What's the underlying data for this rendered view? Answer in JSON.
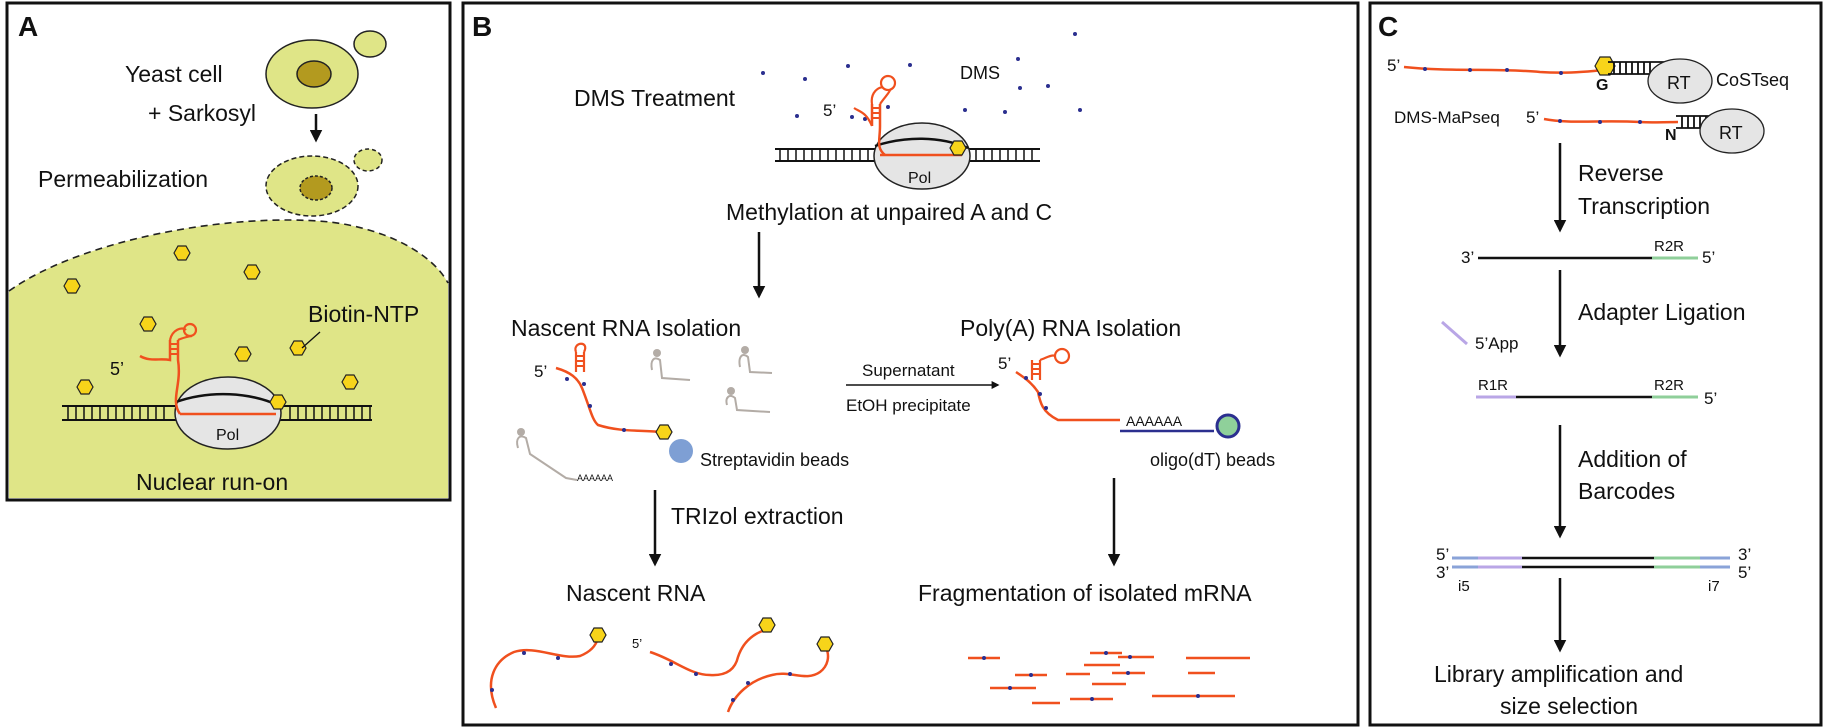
{
  "panel_a": {
    "letter": "A",
    "yeast_cell": "Yeast cell",
    "sarkosyl": "+ Sarkosyl",
    "permeabilization": "Permeabilization",
    "biotin_ntp": "Biotin-NTP",
    "five_prime": "5’",
    "pol": "Pol",
    "nuclear_run_on": "Nuclear run-on"
  },
  "panel_b": {
    "letter": "B",
    "dms_treatment": "DMS Treatment",
    "dms": "DMS",
    "five_prime": "5’",
    "pol": "Pol",
    "methylation": "Methylation at unpaired A and C",
    "nascent_isolation": "Nascent RNA Isolation",
    "polya_isolation": "Poly(A) RNA Isolation",
    "supernatant": "Supernatant",
    "etoh": "EtOH precipitate",
    "streptavidin": "Streptavidin beads",
    "oligo_dt": "oligo(dT) beads",
    "aaaaaa_small": "AAAAAA",
    "aaaaaa_large": "AAAAAA",
    "trizol": "TRIzol extraction",
    "nascent_rna": "Nascent RNA",
    "fragmentation": "Fragmentation of isolated mRNA"
  },
  "panel_c": {
    "letter": "C",
    "five_prime": "5’",
    "three_prime": "3’",
    "g": "G",
    "n": "N",
    "rt": "RT",
    "costseq": "CoSTseq",
    "dms_mapseq": "DMS-MaPseq",
    "reverse": "Reverse",
    "transcription": "Transcription",
    "r2r": "R2R",
    "r1r": "R1R",
    "adapter_ligation": "Adapter Ligation",
    "app": "5’App",
    "addition_of": "Addition of",
    "barcodes": "Barcodes",
    "i5": "i5",
    "i7": "i7",
    "library_line1": "Library amplification and",
    "library_line2": "size selection"
  },
  "colors": {
    "rna": "#f0501e",
    "hexagon": "#f7d41a",
    "cytoplasm": "#dfe587",
    "nucleus": "#b39a1f",
    "pol": "#e5e5e5",
    "strep_bead": "#7e9fd4",
    "oligo_bead": "#8fd09a",
    "dms_dot": "#2b2f8f",
    "adapter_purple": "#b9a6e6",
    "adapter_green": "#8fcf9a",
    "barcode_blue": "#8aa3d8",
    "grey_rna": "#b3aca6"
  }
}
